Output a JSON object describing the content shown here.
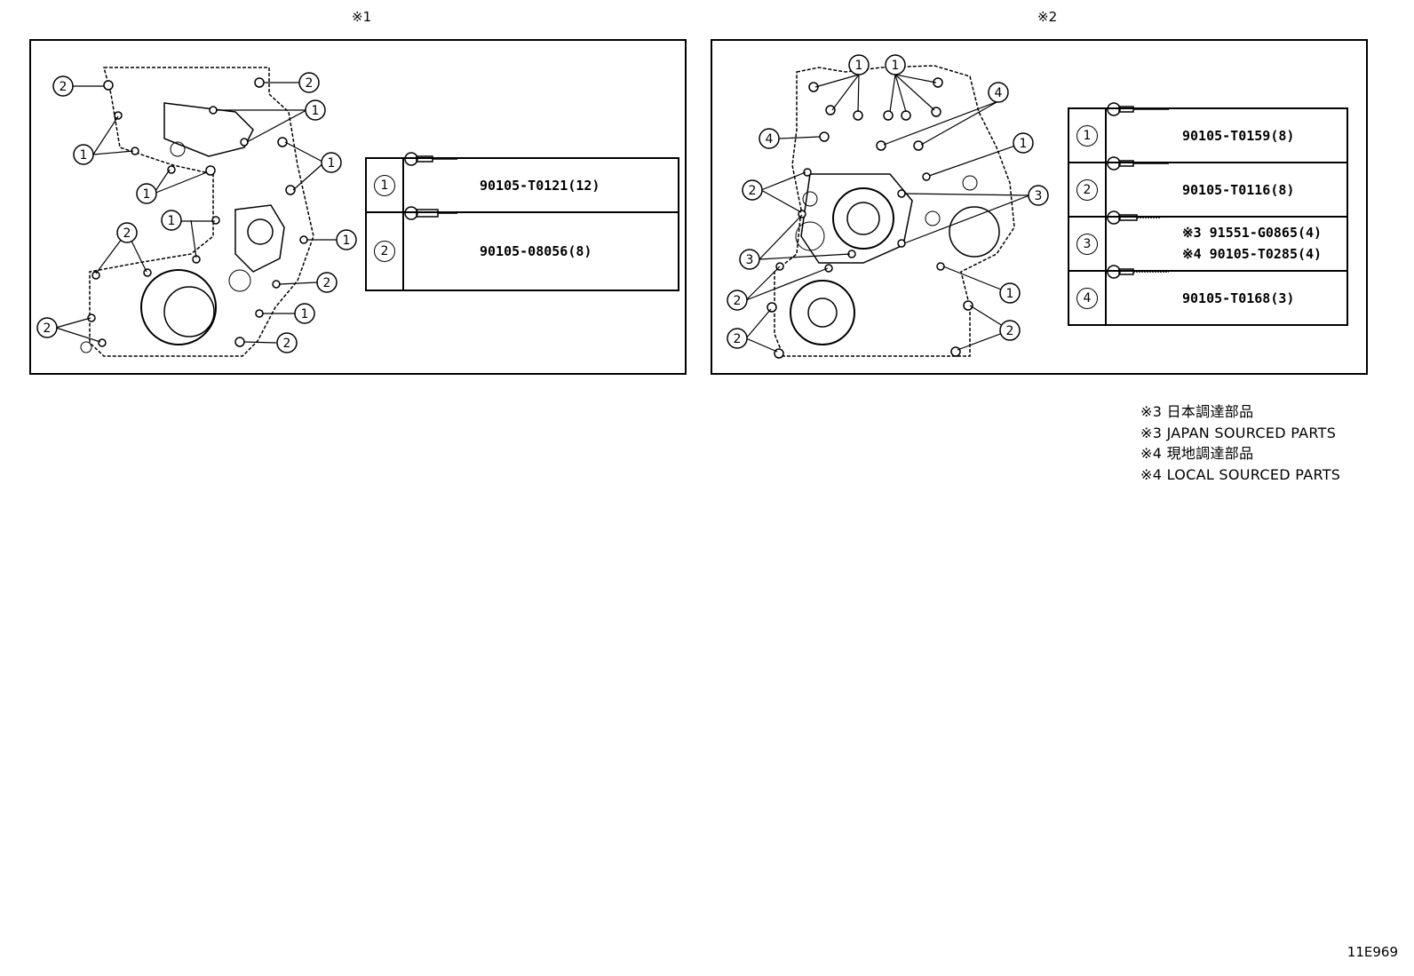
{
  "panels": [
    {
      "mark": "※1",
      "parts": [
        {
          "index": "1",
          "part": "90105-T0121(12)"
        },
        {
          "index": "2",
          "part": "90105-08056(8)"
        }
      ]
    },
    {
      "mark": "※2",
      "parts": [
        {
          "index": "1",
          "part": "90105-T0159(8)"
        },
        {
          "index": "2",
          "part": "90105-T0116(8)"
        },
        {
          "index": "3",
          "line1": "※3 91551-G0865(4)",
          "line2": "※4 90105-T0285(4)"
        },
        {
          "index": "4",
          "part": "90105-T0168(3)"
        }
      ]
    }
  ],
  "notes": [
    "※3 日本調達部品",
    "※3 JAPAN SOURCED PARTS",
    "※4 現地調達部品",
    "※4 LOCAL SOURCED PARTS"
  ],
  "callouts": {
    "one": "1",
    "two": "2",
    "three": "3",
    "four": "4"
  },
  "diagram_id": "11E969"
}
